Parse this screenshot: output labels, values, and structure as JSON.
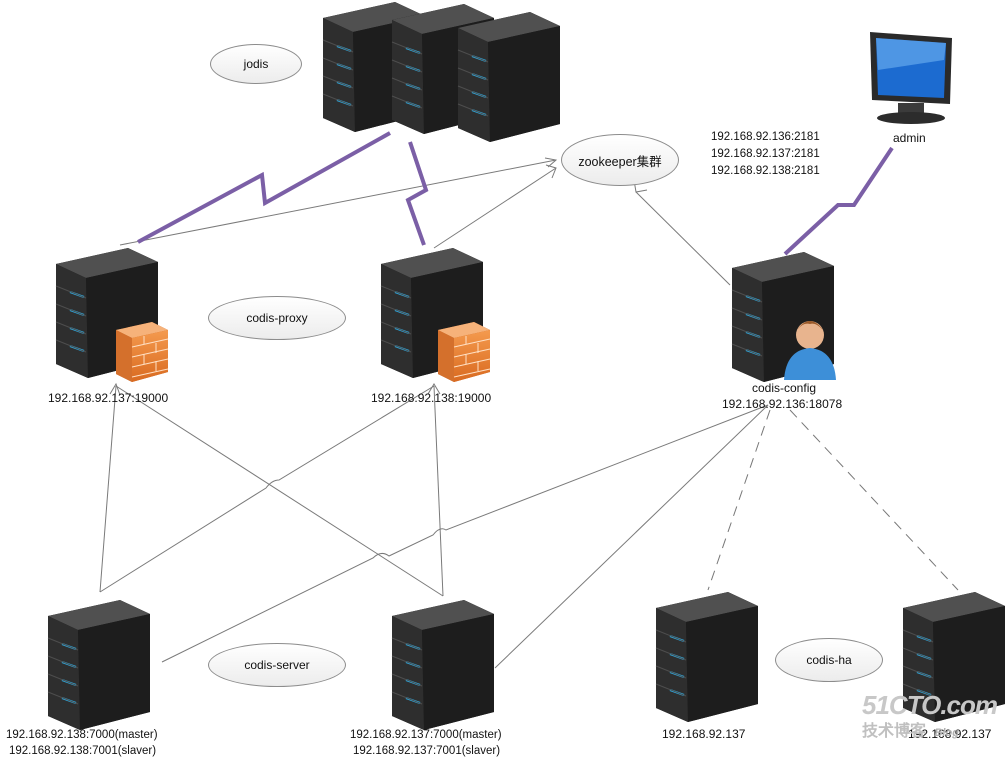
{
  "clusters": {
    "jodis": "jodis",
    "zookeeper": "zookeeper集群",
    "codis_proxy": "codis-proxy",
    "codis_server": "codis-server",
    "codis_ha": "codis-ha"
  },
  "admin": {
    "label": "admin"
  },
  "zookeeper_addresses": [
    "192.168.92.136:2181",
    "192.168.92.137:2181",
    "192.168.92.138:2181"
  ],
  "proxies": [
    {
      "address": "192.168.92.137:19000"
    },
    {
      "address": "192.168.92.138:19000"
    }
  ],
  "config": {
    "name": "codis-config",
    "address": "192.168.92.136:18078"
  },
  "servers": [
    {
      "line1": "192.168.92.138:7000(master)",
      "line2": "192.168.92.138:7001(slaver)"
    },
    {
      "line1": "192.168.92.137:7000(master)",
      "line2": "192.168.92.137:7001(slaver)"
    }
  ],
  "ha_hosts": [
    "192.168.92.137",
    "192.168.92.137"
  ],
  "watermark": {
    "site": "51CTO.com",
    "subtitle": "技术博客",
    "blog": "Blog"
  },
  "colors": {
    "lightning": "#7b5fa6",
    "server_body": "#2b2b2b",
    "server_led": "#29a8e0",
    "firewall": "#e8803a"
  }
}
